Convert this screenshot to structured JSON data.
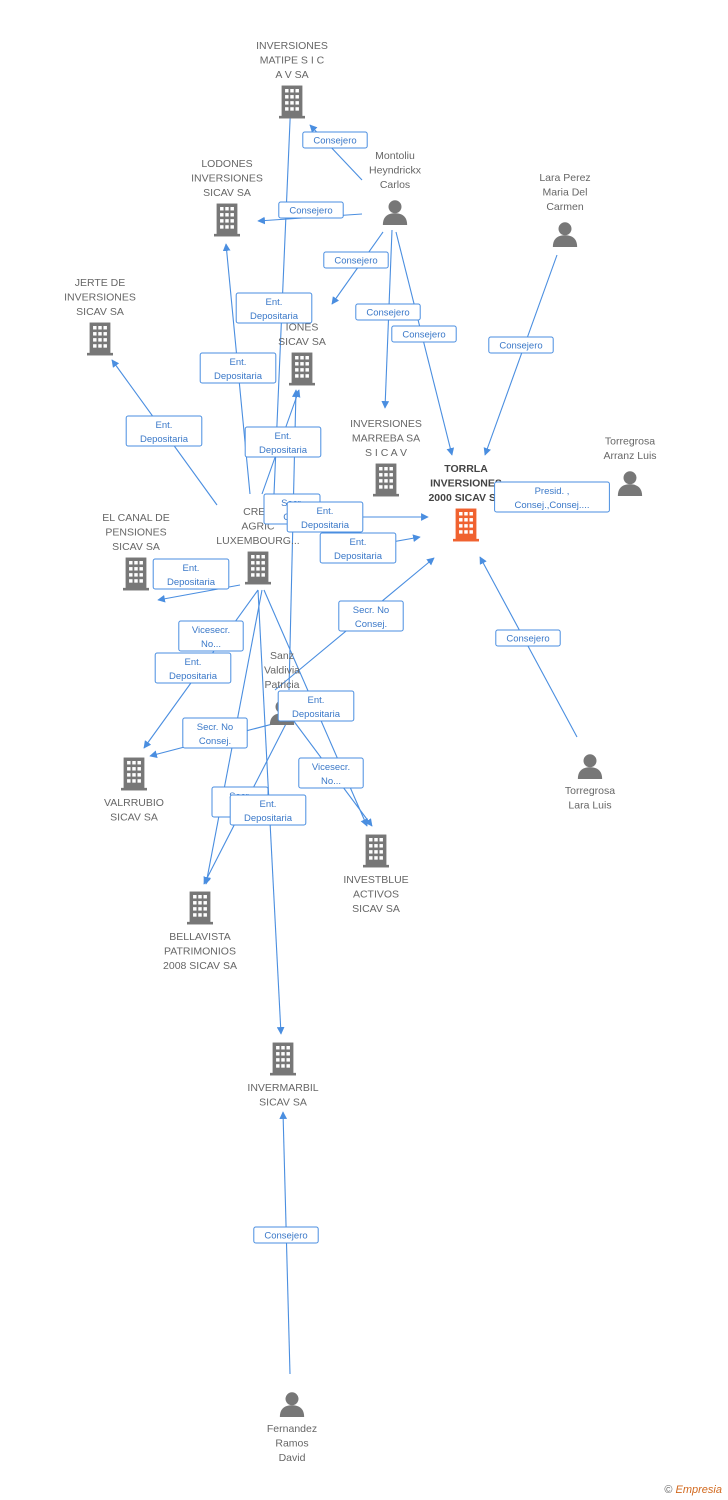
{
  "colors": {
    "edge": "#4a8ee0",
    "node_default": "#777777",
    "node_focus": "#f06230"
  },
  "nodes": [
    {
      "id": "matipe",
      "type": "company",
      "lines": [
        "INVERSIONES",
        "MATIPE S I C",
        "A V SA"
      ]
    },
    {
      "id": "lodones",
      "type": "company",
      "lines": [
        "LODONES",
        "INVERSIONES",
        "SICAV SA"
      ]
    },
    {
      "id": "jerte",
      "type": "company",
      "lines": [
        "JERTE DE",
        "INVERSIONES",
        "SICAV SA"
      ]
    },
    {
      "id": "hidden",
      "type": "company",
      "lines": [
        "RIN",
        "IONES",
        "SICAV SA"
      ]
    },
    {
      "id": "marreba",
      "type": "company",
      "lines": [
        "INVERSIONES",
        "MARREBA SA",
        "S I C A V"
      ]
    },
    {
      "id": "torrla",
      "type": "company",
      "focus": true,
      "lines": [
        "TORRLA",
        "INVERSIONES",
        "2000 SICAV SA"
      ]
    },
    {
      "id": "canal",
      "type": "company",
      "lines": [
        "EL CANAL DE",
        "PENSIONES",
        "SICAV SA"
      ]
    },
    {
      "id": "credit",
      "type": "company",
      "lines": [
        "CRED",
        "AGRIC",
        "LUXEMBOURG..."
      ]
    },
    {
      "id": "valrrubio",
      "type": "company",
      "lines": [
        "VALRRUBIO",
        "SICAV SA"
      ]
    },
    {
      "id": "investblue",
      "type": "company",
      "lines": [
        "INVESTBLUE",
        "ACTIVOS",
        "SICAV SA"
      ]
    },
    {
      "id": "bellavista",
      "type": "company",
      "lines": [
        "BELLAVISTA",
        "PATRIMONIOS",
        "2008 SICAV SA"
      ]
    },
    {
      "id": "invermarbil",
      "type": "company",
      "lines": [
        "INVERMARBIL",
        "SICAV SA"
      ]
    },
    {
      "id": "montoliu",
      "type": "person",
      "lines": [
        "Montoliu",
        "Heyndrickx",
        "Carlos"
      ]
    },
    {
      "id": "lara",
      "type": "person",
      "lines": [
        "Lara Perez",
        "Maria Del",
        "Carmen"
      ]
    },
    {
      "id": "arranz",
      "type": "person",
      "lines": [
        "Torregrosa",
        "Arranz Luis"
      ]
    },
    {
      "id": "sanz",
      "type": "person",
      "lines": [
        "Sanz",
        "Valdivia",
        "Patricia"
      ]
    },
    {
      "id": "lara_luis",
      "type": "person",
      "lines": [
        "Torregrosa",
        "Lara Luis"
      ]
    },
    {
      "id": "fernandez",
      "type": "person",
      "lines": [
        "Fernandez",
        "Ramos",
        "David"
      ]
    }
  ],
  "edge_tags": [
    {
      "id": "t1",
      "lines": [
        "Consejero"
      ]
    },
    {
      "id": "t2",
      "lines": [
        "Consejero"
      ]
    },
    {
      "id": "t3",
      "lines": [
        "Consejero"
      ]
    },
    {
      "id": "t4",
      "lines": [
        "Consejero"
      ]
    },
    {
      "id": "t5",
      "lines": [
        "Consejero"
      ]
    },
    {
      "id": "t6",
      "lines": [
        "Consejero"
      ]
    },
    {
      "id": "t7",
      "lines": [
        "Ent.",
        "Depositaria"
      ]
    },
    {
      "id": "t8",
      "lines": [
        "Ent.",
        "Depositaria"
      ]
    },
    {
      "id": "t9",
      "lines": [
        "Ent.",
        "Depositaria"
      ]
    },
    {
      "id": "t10",
      "lines": [
        "Ent.",
        "Depositaria"
      ]
    },
    {
      "id": "t11",
      "lines": [
        "Presid. ,",
        "Consej.,Consej...."
      ]
    },
    {
      "id": "t12",
      "lines": [
        "Secr.",
        "Con"
      ]
    },
    {
      "id": "t13",
      "lines": [
        "Ent.",
        "Depositaria"
      ]
    },
    {
      "id": "t14",
      "lines": [
        "Ent.",
        "Depositaria"
      ]
    },
    {
      "id": "t15",
      "lines": [
        "Ent.",
        "Depositaria"
      ]
    },
    {
      "id": "t16",
      "lines": [
        "Secr.  No",
        "Consej."
      ]
    },
    {
      "id": "t17",
      "lines": [
        "Consejero"
      ]
    },
    {
      "id": "t18",
      "lines": [
        "Vicesecr.",
        "No..."
      ]
    },
    {
      "id": "t19",
      "lines": [
        "Ent.",
        "Depositaria"
      ]
    },
    {
      "id": "t20",
      "lines": [
        "Ent.",
        "Depositaria"
      ]
    },
    {
      "id": "t21",
      "lines": [
        "Secr.  No",
        "Consej."
      ]
    },
    {
      "id": "t22",
      "lines": [
        "Vicesecr.",
        "No..."
      ]
    },
    {
      "id": "t23",
      "lines": [
        "Secr.",
        "Co"
      ]
    },
    {
      "id": "t24",
      "lines": [
        "Ent.",
        "Depositaria"
      ]
    },
    {
      "id": "t25",
      "lines": [
        "Consejero"
      ]
    }
  ],
  "footer": {
    "copyright": "©",
    "brand": "Empresia"
  }
}
